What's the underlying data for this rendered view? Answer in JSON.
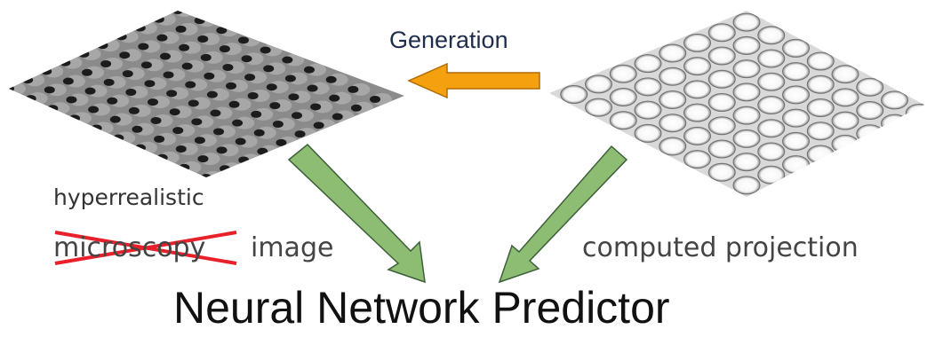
{
  "labels": {
    "generation": "Generation",
    "hyperrealistic": "hyperrealistic",
    "struck_word": "microscopy",
    "image_word": "image",
    "computed_projection": "computed projection",
    "predictor": "Neural Network Predictor"
  },
  "colors": {
    "generation_arrow": "#f5a10f",
    "predictor_arrows": "#8cbd72",
    "arrow_outline": "#3d5f3a",
    "strike": "#e8202a"
  },
  "images": {
    "left": "grayscale-lattice-texture",
    "right": "white-honeycomb-relief"
  }
}
